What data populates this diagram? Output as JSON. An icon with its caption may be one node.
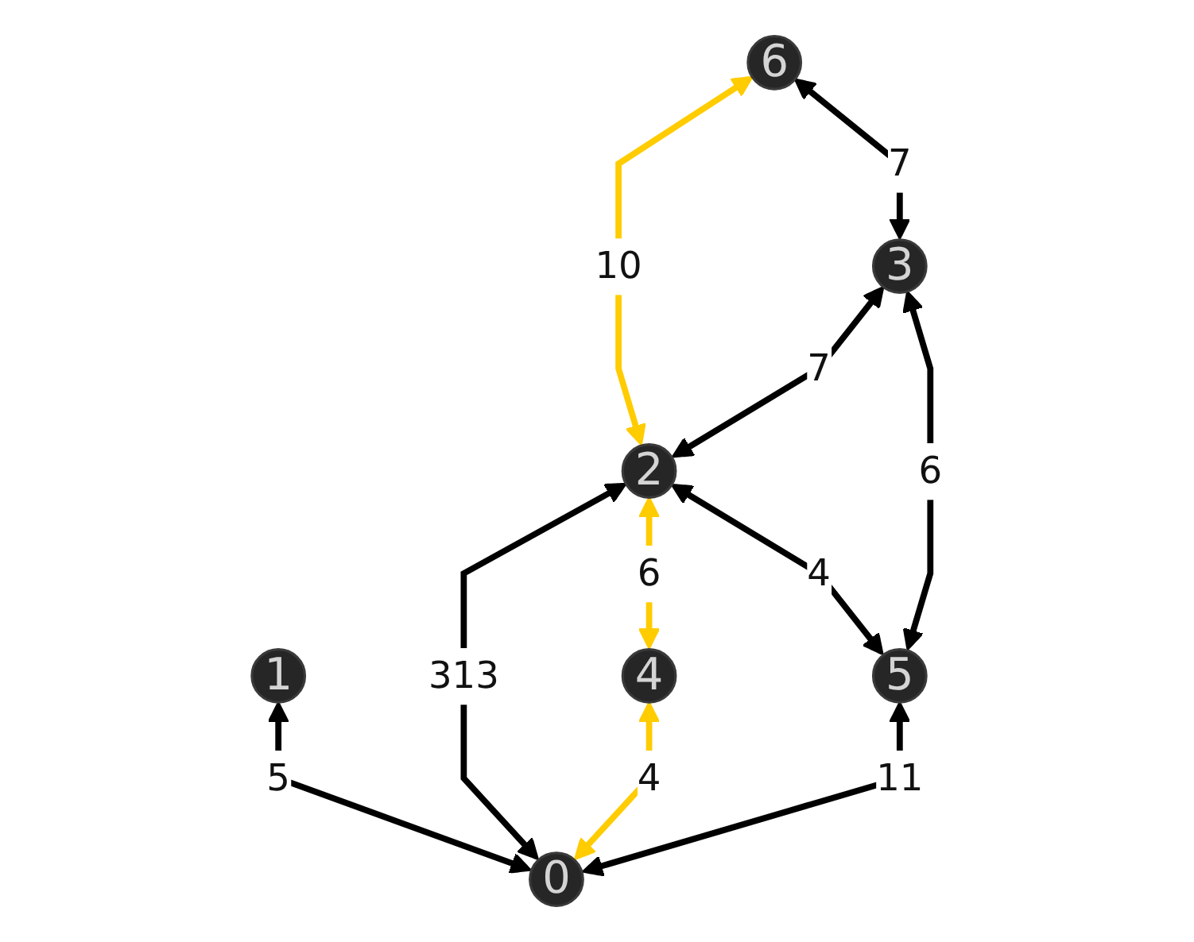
{
  "diagram": {
    "nodes": [
      {
        "text": [
          "0"
        ]
      },
      {
        "text": [
          "1"
        ]
      },
      {
        "text": [
          "2"
        ]
      },
      {
        "text": [
          "3"
        ]
      },
      {
        "text": [
          "4"
        ]
      },
      {
        "text": [
          "5"
        ]
      },
      {
        "text": [
          "6"
        ]
      }
    ],
    "edges": [
      {
        "from": 0,
        "to": 2,
        "arrow": "both",
        "label": "313"
      },
      {
        "from": 0,
        "to": 1,
        "arrow": "both",
        "label": "5"
      },
      {
        "from": 0,
        "to": 4,
        "arrow": "both",
        "label": "4",
        "color": "#ffcc00"
      },
      {
        "from": 0,
        "to": 5,
        "arrow": "both",
        "label": "11"
      },
      {
        "from": 4,
        "to": 2,
        "arrow": "both",
        "label": "6",
        "color": "#ffcc00"
      },
      {
        "from": 2,
        "to": 6,
        "arrow": "both",
        "label": "10",
        "color": "#ffcc00"
      },
      {
        "from": 2,
        "to": 3,
        "arrow": "both",
        "label": "7"
      },
      {
        "from": 5,
        "to": 2,
        "arrow": "both",
        "label": "4"
      },
      {
        "from": 3,
        "to": 6,
        "arrow": "both",
        "label": "7"
      },
      {
        "from": 5,
        "to": 3,
        "arrow": "both",
        "label": "6"
      }
    ]
  }
}
